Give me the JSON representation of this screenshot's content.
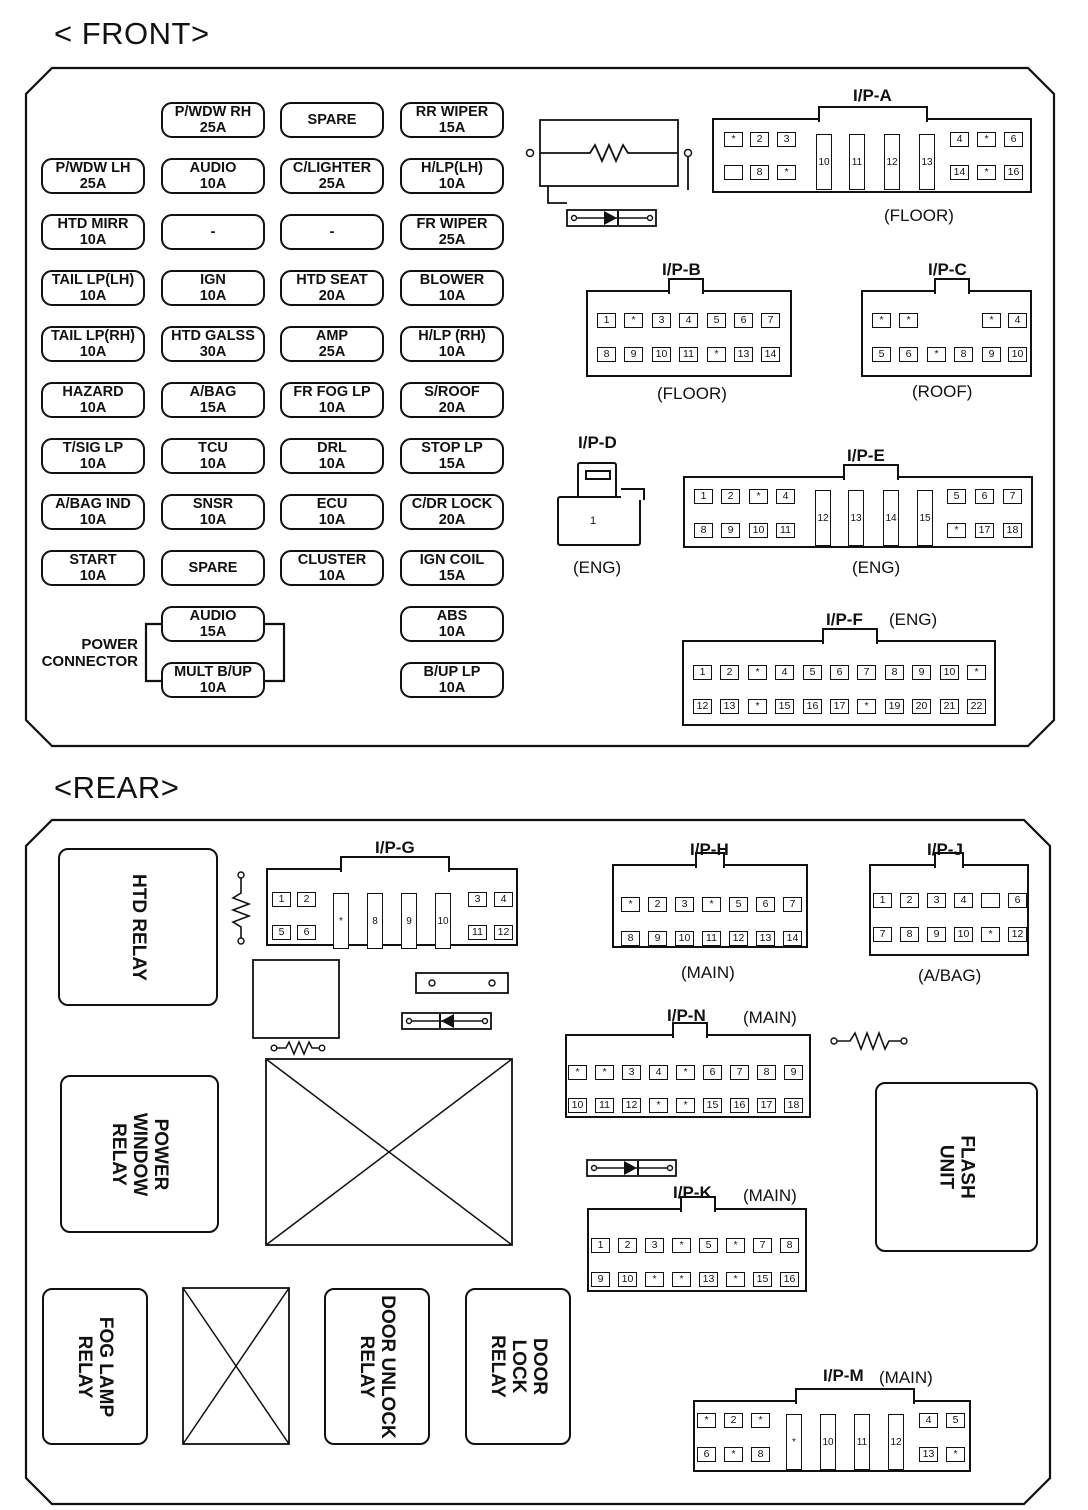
{
  "front": {
    "title": "< FRONT>",
    "fuses": [
      {
        "name": "P/WDW RH",
        "amp": "25A"
      },
      {
        "name": "SPARE",
        "amp": ""
      },
      {
        "name": "RR WIPER",
        "amp": "15A"
      },
      {
        "name": "P/WDW LH",
        "amp": "25A"
      },
      {
        "name": "AUDIO",
        "amp": "10A"
      },
      {
        "name": "C/LIGHTER",
        "amp": "25A"
      },
      {
        "name": "H/LP(LH)",
        "amp": "10A"
      },
      {
        "name": "HTD MIRR",
        "amp": "10A"
      },
      {
        "name": "-",
        "amp": ""
      },
      {
        "name": "-",
        "amp": ""
      },
      {
        "name": "FR WIPER",
        "amp": "25A"
      },
      {
        "name": "TAIL LP(LH)",
        "amp": "10A"
      },
      {
        "name": "IGN",
        "amp": "10A"
      },
      {
        "name": "HTD SEAT",
        "amp": "20A"
      },
      {
        "name": "BLOWER",
        "amp": "10A"
      },
      {
        "name": "TAIL LP(RH)",
        "amp": "10A"
      },
      {
        "name": "HTD GALSS",
        "amp": "30A"
      },
      {
        "name": "AMP",
        "amp": "25A"
      },
      {
        "name": "H/LP (RH)",
        "amp": "10A"
      },
      {
        "name": "HAZARD",
        "amp": "10A"
      },
      {
        "name": "A/BAG",
        "amp": "15A"
      },
      {
        "name": "FR FOG LP",
        "amp": "10A"
      },
      {
        "name": "S/ROOF",
        "amp": "20A"
      },
      {
        "name": "T/SIG LP",
        "amp": "10A"
      },
      {
        "name": "TCU",
        "amp": "10A"
      },
      {
        "name": "DRL",
        "amp": "10A"
      },
      {
        "name": "STOP LP",
        "amp": "15A"
      },
      {
        "name": "A/BAG IND",
        "amp": "10A"
      },
      {
        "name": "SNSR",
        "amp": "10A"
      },
      {
        "name": "ECU",
        "amp": "10A"
      },
      {
        "name": "C/DR LOCK",
        "amp": "20A"
      },
      {
        "name": "START",
        "amp": "10A"
      },
      {
        "name": "SPARE",
        "amp": ""
      },
      {
        "name": "CLUSTER",
        "amp": "10A"
      },
      {
        "name": "IGN COIL",
        "amp": "15A"
      },
      {
        "name": "AUDIO",
        "amp": "15A"
      },
      {
        "name": "ABS",
        "amp": "10A"
      },
      {
        "name": "MULT B/UP",
        "amp": "10A"
      },
      {
        "name": "B/UP LP",
        "amp": "10A"
      }
    ],
    "power_connector": "POWER\nCONNECTOR"
  },
  "rear": {
    "title": "<REAR>",
    "relays": [
      {
        "label": "HTD RELAY"
      },
      {
        "label": "POWER\nWINDOW\nRELAY"
      },
      {
        "label": "FLASH\nUNIT"
      },
      {
        "label": "FOG LAMP\nRELAY"
      },
      {
        "label": "DOOR UNLOCK\nRELAY"
      },
      {
        "label": "DOOR\nLOCK\nRELAY"
      }
    ]
  },
  "connectors": [
    {
      "id": "I/P-A",
      "sub": "(FLOOR)",
      "rows": [
        [
          "*",
          "2",
          "3",
          "10",
          "11",
          "12",
          "13",
          "4",
          "*",
          "6"
        ],
        [
          "",
          "8",
          "*",
          "14",
          "*",
          "16"
        ]
      ]
    },
    {
      "id": "I/P-B",
      "sub": "(FLOOR)",
      "rows": [
        [
          "1",
          "*",
          "3",
          "4",
          "5",
          "6",
          "7"
        ],
        [
          "8",
          "9",
          "10",
          "11",
          "*",
          "13",
          "14"
        ]
      ]
    },
    {
      "id": "I/P-C",
      "sub": "(ROOF)",
      "rows": [
        [
          "*",
          "*",
          "*",
          "4"
        ],
        [
          "5",
          "6",
          "*",
          "8",
          "9",
          "10"
        ]
      ]
    },
    {
      "id": "I/P-D",
      "sub": "(ENG)",
      "rows": [
        [
          "1"
        ]
      ]
    },
    {
      "id": "I/P-E",
      "sub": "(ENG)",
      "rows": [
        [
          "1",
          "2",
          "*",
          "4",
          "12",
          "13",
          "14",
          "15",
          "5",
          "6",
          "7"
        ],
        [
          "8",
          "9",
          "10",
          "11",
          "*",
          "17",
          "18"
        ]
      ]
    },
    {
      "id": "I/P-F",
      "sub": "(ENG)",
      "rows": [
        [
          "1",
          "2",
          "*",
          "4",
          "5",
          "6",
          "7",
          "8",
          "9",
          "10",
          "*"
        ],
        [
          "12",
          "13",
          "*",
          "15",
          "16",
          "17",
          "*",
          "19",
          "20",
          "21",
          "22"
        ]
      ]
    },
    {
      "id": "I/P-G",
      "sub": "",
      "rows": [
        [
          "1",
          "2",
          "*",
          "8",
          "9",
          "10",
          "3",
          "4"
        ],
        [
          "5",
          "6",
          "11",
          "12"
        ]
      ]
    },
    {
      "id": "I/P-H",
      "sub": "(MAIN)",
      "rows": [
        [
          "*",
          "2",
          "3",
          "*",
          "5",
          "6",
          "7"
        ],
        [
          "8",
          "9",
          "10",
          "11",
          "12",
          "13",
          "14"
        ]
      ]
    },
    {
      "id": "I/P-J",
      "sub": "(A/BAG)",
      "rows": [
        [
          "1",
          "2",
          "3",
          "4",
          "",
          "6"
        ],
        [
          "7",
          "8",
          "9",
          "10",
          "*",
          "12"
        ]
      ]
    },
    {
      "id": "I/P-N",
      "sub": "(MAIN)",
      "rows": [
        [
          "*",
          "*",
          "3",
          "4",
          "*",
          "6",
          "7",
          "8",
          "9"
        ],
        [
          "10",
          "11",
          "12",
          "*",
          "*",
          "15",
          "16",
          "17",
          "18"
        ]
      ]
    },
    {
      "id": "I/P-K",
      "sub": "(MAIN)",
      "rows": [
        [
          "1",
          "2",
          "3",
          "*",
          "5",
          "*",
          "7",
          "8"
        ],
        [
          "9",
          "10",
          "*",
          "*",
          "13",
          "*",
          "15",
          "16"
        ]
      ]
    },
    {
      "id": "I/P-M",
      "sub": "(MAIN)",
      "rows": [
        [
          "*",
          "2",
          "*",
          "*",
          "10",
          "11",
          "12",
          "4",
          "5"
        ],
        [
          "6",
          "*",
          "8",
          "13",
          "*"
        ]
      ]
    }
  ]
}
